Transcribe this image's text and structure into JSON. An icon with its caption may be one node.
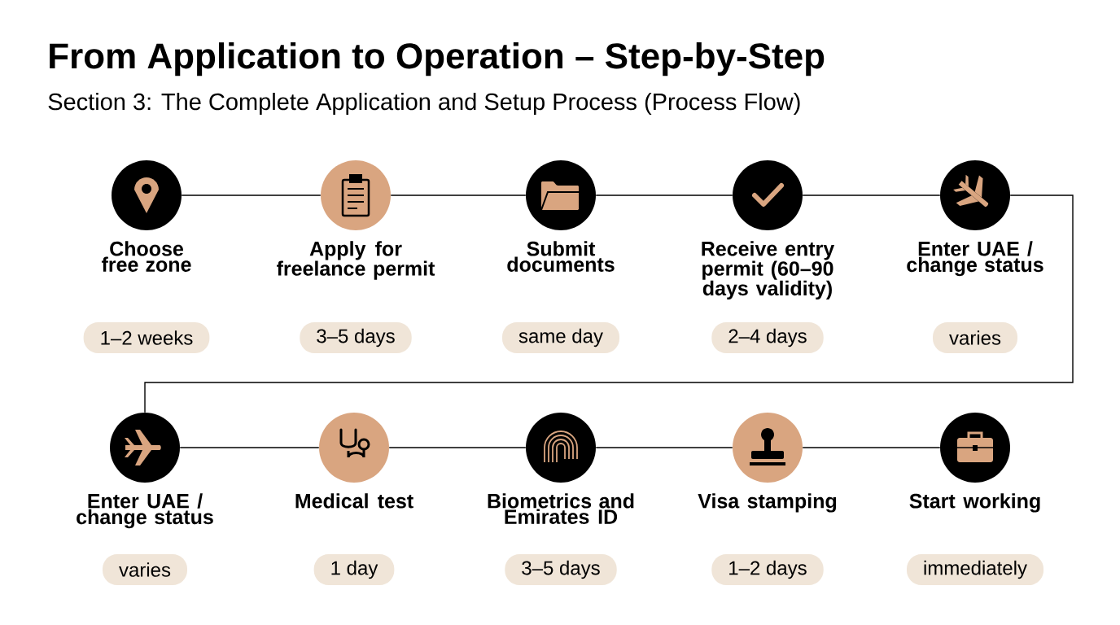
{
  "diagram": {
    "title": "From Application to Operation – Step-by-Step",
    "caption": "Section 3: The Complete Application and Setup Process (Process Flow)",
    "nodes": [
      {
        "text": [
          "Choose free zone",
          "1–2 weeks"
        ]
      },
      {
        "text": [
          "Apply for freelance permit",
          "3–5 days"
        ]
      },
      {
        "text": [
          "Submit documents",
          "same day"
        ]
      },
      {
        "text": [
          "Receive entry permit (60–90 days validity)",
          "2–4 days"
        ]
      },
      {
        "text": [
          "Enter UAE / change status",
          "varies"
        ]
      },
      {
        "text": [
          "Enter UAE / change status",
          "varies"
        ]
      },
      {
        "text": [
          "Medical test",
          "1 day"
        ]
      },
      {
        "text": [
          "Biometrics and Emirates ID",
          "3–5 days"
        ]
      },
      {
        "text": [
          "Visa stamping",
          "1–2 days"
        ]
      },
      {
        "text": [
          "Start working",
          "immediately"
        ]
      }
    ],
    "edges": [
      {
        "from": 0,
        "to": 1,
        "arrow": "none"
      },
      {
        "from": 1,
        "to": 2,
        "arrow": "none"
      },
      {
        "from": 2,
        "to": 3,
        "arrow": "none"
      },
      {
        "from": 3,
        "to": 4,
        "arrow": "none"
      },
      {
        "from": 4,
        "to": 5,
        "arrow": "none"
      },
      {
        "from": 5,
        "to": 6,
        "arrow": "none"
      },
      {
        "from": 6,
        "to": 7,
        "arrow": "none"
      },
      {
        "from": 7,
        "to": 8,
        "arrow": "none"
      },
      {
        "from": 8,
        "to": 9,
        "arrow": "none"
      }
    ]
  }
}
